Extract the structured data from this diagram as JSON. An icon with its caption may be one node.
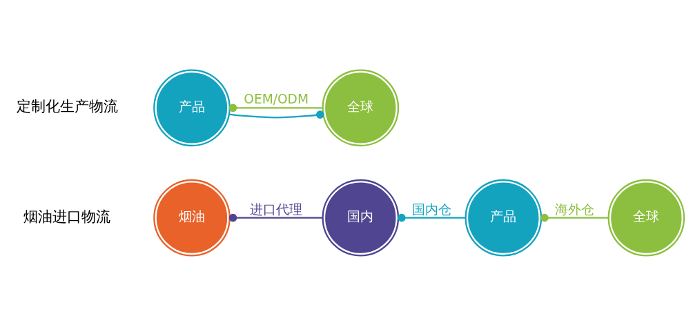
{
  "diagram": {
    "nodes": [
      {
        "text": [
          "烟油"
        ]
      },
      {
        "text": [
          "国内"
        ]
      },
      {
        "text": [
          "产品"
        ]
      },
      {
        "text": [
          "全球"
        ]
      },
      {
        "text": [
          "产品"
        ]
      },
      {
        "text": [
          "全球"
        ]
      }
    ],
    "edges": [
      {
        "from": 0,
        "to": 1,
        "arrow": "other",
        "label": "进口代理",
        "color": "#4f4590"
      },
      {
        "from": 1,
        "to": 2,
        "arrow": "other",
        "label": "国内仓",
        "color": "#14a3bf"
      },
      {
        "from": 2,
        "to": 3,
        "arrow": "other",
        "label": "海外仓",
        "color": "#8cbf3f"
      },
      {
        "from": 4,
        "to": 5,
        "arrow": "other",
        "label": "OEM/ODM",
        "color": "#8cbf3f"
      },
      {
        "from": 5,
        "to": 4,
        "arrow": "other",
        "color": "#14a3bf"
      }
    ],
    "labels": [
      "烟油进口物流",
      "定制化生产物流"
    ]
  }
}
